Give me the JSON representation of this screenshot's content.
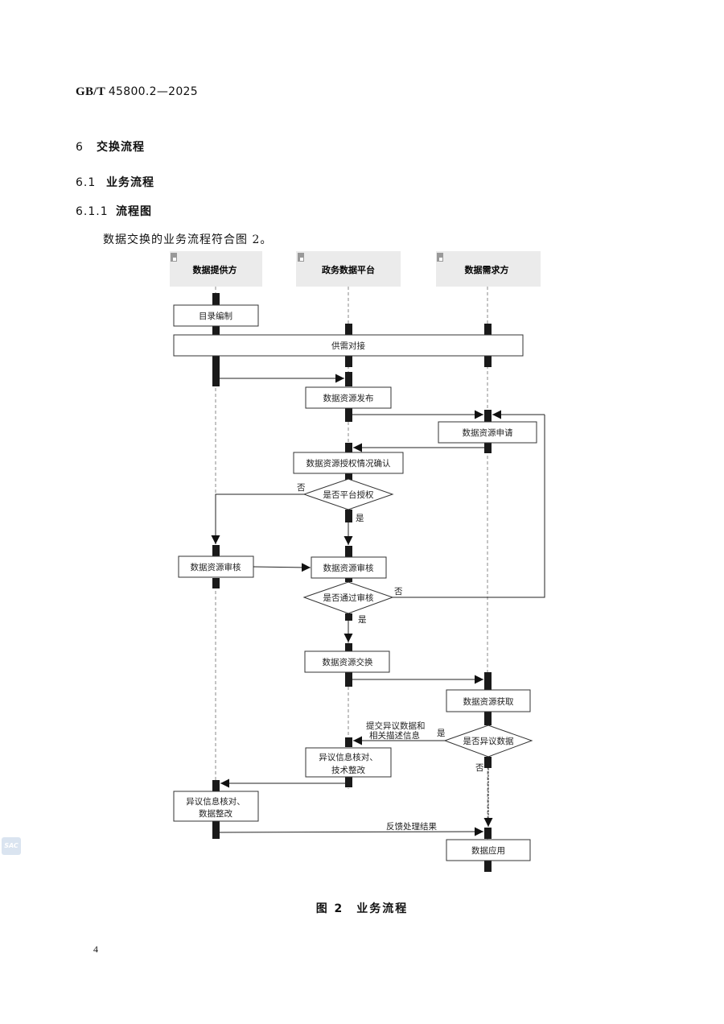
{
  "header": {
    "standard_prefix": "GB/T",
    "standard_number": "45800.2—2025"
  },
  "sections": [
    {
      "number": "6",
      "title": "交换流程",
      "level": 1
    },
    {
      "number": "6.1",
      "title": "业务流程",
      "level": 2
    },
    {
      "number": "6.1.1",
      "title": "流程图",
      "level": 3
    }
  ],
  "paragraph": "数据交换的业务流程符合图 2。",
  "figure": {
    "caption": "图 2　业务流程",
    "lanes": [
      {
        "id": "provider",
        "label": "数据提供方"
      },
      {
        "id": "platform",
        "label": "政务数据平台"
      },
      {
        "id": "consumer",
        "label": "数据需求方"
      }
    ],
    "steps": [
      {
        "id": "catalog",
        "label": "目录编制",
        "lane": "provider"
      },
      {
        "id": "match",
        "label": "供需对接",
        "lane": "all"
      },
      {
        "id": "publish",
        "label": "数据资源发布",
        "lane": "platform"
      },
      {
        "id": "apply",
        "label": "数据资源申请",
        "lane": "consumer"
      },
      {
        "id": "authconfirm",
        "label": "数据资源授权情况确认",
        "lane": "platform"
      },
      {
        "id": "provider_review",
        "label": "数据资源审核",
        "lane": "provider"
      },
      {
        "id": "platform_review",
        "label": "数据资源审核",
        "lane": "platform"
      },
      {
        "id": "exchange",
        "label": "数据资源交换",
        "lane": "platform"
      },
      {
        "id": "acquire",
        "label": "数据资源获取",
        "lane": "consumer"
      },
      {
        "id": "tech_fix",
        "label": [
          "异议信息核对、",
          "技术整改"
        ],
        "lane": "platform"
      },
      {
        "id": "data_fix",
        "label": [
          "异议信息核对、",
          "数据整改"
        ],
        "lane": "provider"
      },
      {
        "id": "use",
        "label": "数据应用",
        "lane": "consumer"
      }
    ],
    "decisions": [
      {
        "id": "platform_auth",
        "label": "是否平台授权",
        "yes": "是",
        "no": "否"
      },
      {
        "id": "review_pass",
        "label": "是否通过审核",
        "yes": "是",
        "no": "否"
      },
      {
        "id": "dispute",
        "label": "是否异议数据",
        "yes": "是",
        "no": "否"
      }
    ],
    "edge_labels": {
      "submit_dispute": [
        "提交异议数据和",
        "相关描述信息"
      ],
      "feedback": "反馈处理结果"
    }
  },
  "page_number": "4",
  "watermark": "SAC"
}
